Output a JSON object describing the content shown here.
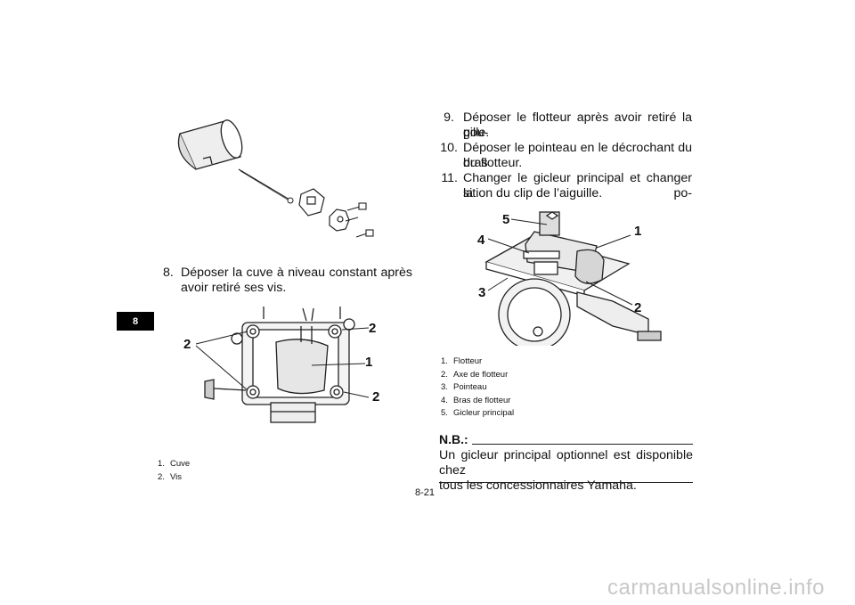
{
  "chapter_tab": "8",
  "left": {
    "step8_num": "8.",
    "step8_line1": "Déposer la cuve à niveau constant après",
    "step8_line2": "avoir retiré ses vis.",
    "callouts": [
      "2",
      "2",
      "1",
      "2"
    ],
    "captions": [
      {
        "num": "1.",
        "text": "Cuve"
      },
      {
        "num": "2.",
        "text": "Vis"
      }
    ]
  },
  "right": {
    "steps": [
      {
        "num": "9.",
        "line1": "Déposer le flotteur après avoir retiré la gou-",
        "line2": "pille."
      },
      {
        "num": "10.",
        "line1": "Déposer le pointeau en le décrochant du bras",
        "line2": "du flotteur."
      },
      {
        "num": "11.",
        "line1": "Changer le gicleur principal et changer la po-",
        "line2": "sition du clip de l’aiguille."
      }
    ],
    "callouts": [
      "5",
      "1",
      "4",
      "3",
      "2"
    ],
    "captions": [
      {
        "num": "1.",
        "text": "Flotteur"
      },
      {
        "num": "2.",
        "text": "Axe de flotteur"
      },
      {
        "num": "3.",
        "text": "Pointeau"
      },
      {
        "num": "4.",
        "text": "Bras de flotteur"
      },
      {
        "num": "5.",
        "text": "Gicleur principal"
      }
    ],
    "note_title": "N.B.:",
    "note_line1": "Un gicleur principal optionnel est disponible chez",
    "note_line2": "tous les concessionnaires Yamaha."
  },
  "page_number": "8-21",
  "watermark": "carmanualsonline.info"
}
